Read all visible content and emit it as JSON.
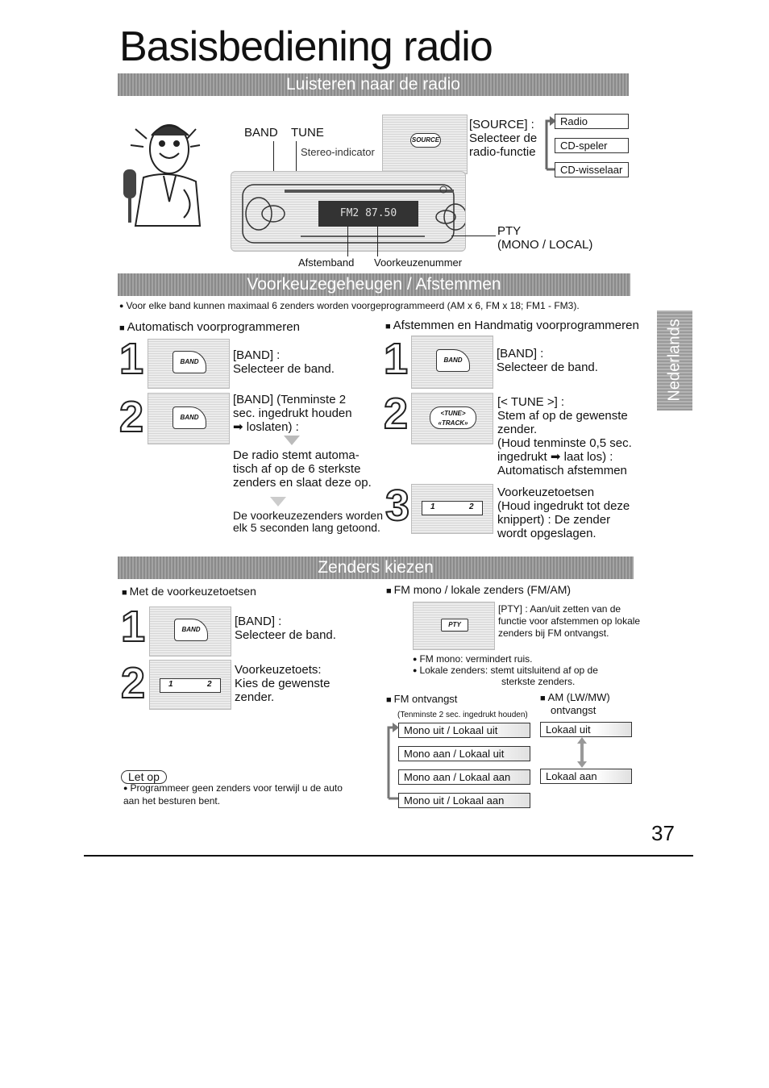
{
  "title": "Basisbediening radio",
  "side_tab": "Nederlands",
  "page_number": "37",
  "section1": {
    "header": "Luisteren naar de radio",
    "band_label": "BAND",
    "tune_label": "TUNE",
    "stereo_indicator": "Stereo-indicator",
    "source_label": "[SOURCE] :",
    "source_desc": "Selecteer de\nradio-functie",
    "source_button": "SOURCE",
    "source_chain": [
      "Radio",
      "CD-speler",
      "CD-wisselaar"
    ],
    "display_text": "FM2  87.50",
    "pty_label": "PTY",
    "pty_desc": "(MONO / LOCAL)",
    "afstemband": "Afstemband",
    "voorkeuzenummer": "Voorkeuzenummer"
  },
  "section2": {
    "header": "Voorkeuzegeheugen / Afstemmen",
    "note": "Voor elke band kunnen maximaal 6 zenders worden voorgeprogrammeerd (AM x 6, FM x 18; FM1 - FM3).",
    "left_heading": "Automatisch voorprogrammeren",
    "right_heading": "Afstemmen en Handmatig voorprogrammeren",
    "left_steps": [
      {
        "num": "1",
        "text": "[BAND] :\nSelecteer de band.",
        "button": "BAND"
      },
      {
        "num": "2",
        "text": "[BAND] (Tenminste 2\nsec. ingedrukt houden\n➡ loslaten) :",
        "button": "BAND"
      }
    ],
    "left_result1": "De radio stemt automa-\ntisch af op de 6 sterkste\nzenders en slaat deze op.",
    "left_result2": "De voorkeuzezenders worden\nelk 5 seconden lang getoond.",
    "right_steps": [
      {
        "num": "1",
        "text": "[BAND] :\nSelecteer de band.",
        "button": "BAND"
      },
      {
        "num": "2",
        "text": "[< TUNE >] :\nStem af op de gewenste\nzender.\n(Houd tenminste 0,5 sec.\ningedrukt ➡ laat los) :\nAutomatisch afstemmen",
        "button": "<TUNE>",
        "button_sub": "«TRACK»"
      },
      {
        "num": "3",
        "text": "Voorkeuzetoetsen\n(Houd ingedrukt tot deze\nknippert) : De zender\nwordt opgeslagen.",
        "preset_first": "1",
        "preset_last": "2"
      }
    ]
  },
  "section3": {
    "header": "Zenders kiezen",
    "left_heading": "Met de voorkeuzetoetsen",
    "left_steps": [
      {
        "num": "1",
        "text": "[BAND] :\nSelecteer de band.",
        "button": "BAND"
      },
      {
        "num": "2",
        "text": "Voorkeuzetoets:\nKies de gewenste\nzender.",
        "preset_first": "1",
        "preset_last": "2"
      }
    ],
    "caution_label": "Let op",
    "caution_text": "Programmeer geen zenders voor terwijl u de auto\naan het besturen bent.",
    "right_heading": "FM mono / lokale zenders (FM/AM)",
    "pty_button": "PTY",
    "pty_desc": "[PTY] : Aan/uit zetten van de\nfunctie voor afstemmen op lokale\nzenders bij FM ontvangst.",
    "bullet1": "FM mono: vermindert ruis.",
    "bullet2": "Lokale zenders: stemt uitsluitend af op de",
    "bullet2b": "sterkste zenders.",
    "fm_heading": "FM ontvangst",
    "fm_sub": "(Tenminste 2 sec. ingedrukt houden)",
    "fm_chain": [
      "Mono uit / Lokaal uit",
      "Mono aan / Lokaal uit",
      "Mono aan / Lokaal aan",
      "Mono uit / Lokaal aan"
    ],
    "am_heading": "AM (LW/MW)",
    "am_sub": "ontvangst",
    "am_chain": [
      "Lokaal uit",
      "Lokaal aan"
    ]
  }
}
